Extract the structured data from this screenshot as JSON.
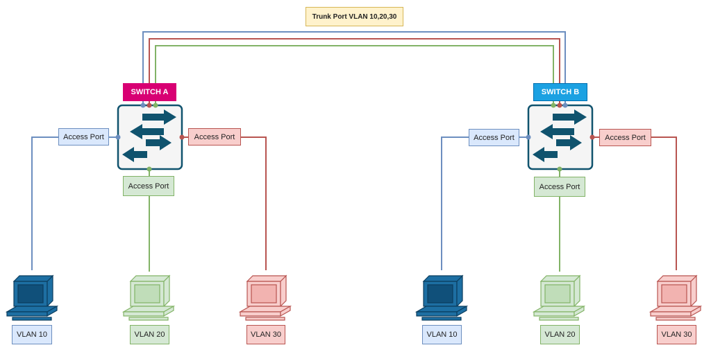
{
  "trunk_label": "Trunk Port VLAN 10,20,30",
  "colors": {
    "vlan10": "#6c8ebf",
    "vlan20": "#82b366",
    "vlan30": "#b85450",
    "switch_a": "#d80073",
    "switch_b": "#1ba1e2",
    "switch_icon": "#10536e"
  },
  "switches": [
    {
      "name": "SWITCH A",
      "ports": {
        "left": "Access Port",
        "right": "Access Port",
        "bottom": "Access Port"
      },
      "hosts": [
        "VLAN 10",
        "VLAN 20",
        "VLAN 30"
      ]
    },
    {
      "name": "SWITCH B",
      "ports": {
        "left": "Access Port",
        "right": "Access Port",
        "bottom": "Access Port"
      },
      "hosts": [
        "VLAN 10",
        "VLAN 20",
        "VLAN 30"
      ]
    }
  ]
}
